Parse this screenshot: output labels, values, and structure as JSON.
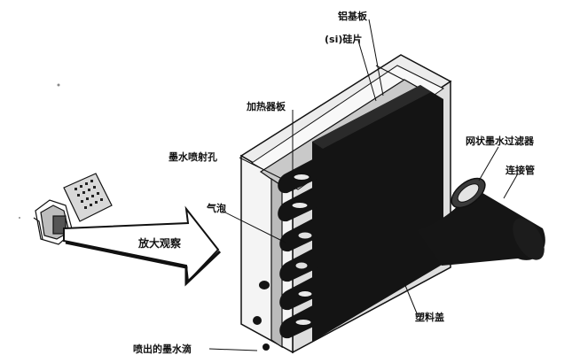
{
  "labels": {
    "aluminum_substrate": "铝基板",
    "silicon_chip": "(si)硅片",
    "heater_plate": "加热器板",
    "ink_nozzle": "墨水喷射孔",
    "bubble": "气泡",
    "mesh_filter": "网状墨水过滤器",
    "connector_tube": "连接管",
    "magnify_view": "放大观察",
    "plastic_cover": "塑料盖",
    "ejected_droplet": "喷出的墨水滴"
  },
  "colors": {
    "ink": "#141414",
    "substrate": "#e6e6e6",
    "line": "#111111"
  }
}
